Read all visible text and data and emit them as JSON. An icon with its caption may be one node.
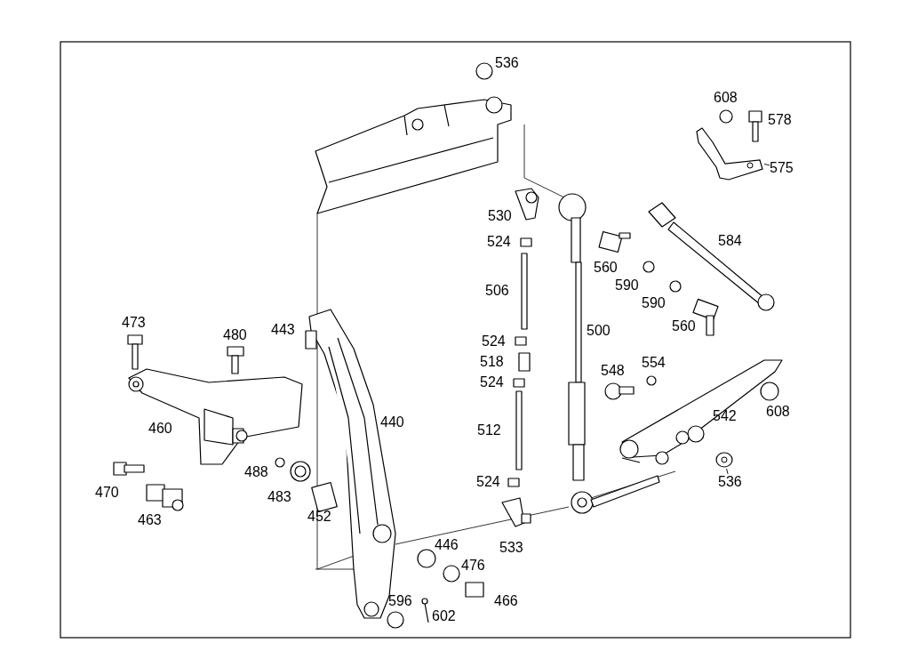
{
  "diagram": {
    "nodes": [
      {
        "text": [
          "575"
        ]
      },
      {
        "text": [],
        "shape": "picture"
      },
      {
        "text": [
          "536"
        ]
      },
      {
        "text": [],
        "shape": "picture"
      }
    ],
    "edges": [
      {
        "from": 0,
        "to": 1,
        "arrow": "none"
      },
      {
        "from": 2,
        "to": 3,
        "arrow": "none"
      }
    ],
    "labels": [
      "536",
      "608",
      "578",
      "530",
      "524",
      "584",
      "560",
      "506",
      "590",
      "590",
      "473",
      "443",
      "480",
      "500",
      "560",
      "524",
      "518",
      "554",
      "548",
      "524",
      "440",
      "542",
      "608",
      "460",
      "512",
      "488",
      "470",
      "524",
      "483",
      "452",
      "463",
      "446",
      "533",
      "476",
      "466",
      "596",
      "602"
    ]
  }
}
